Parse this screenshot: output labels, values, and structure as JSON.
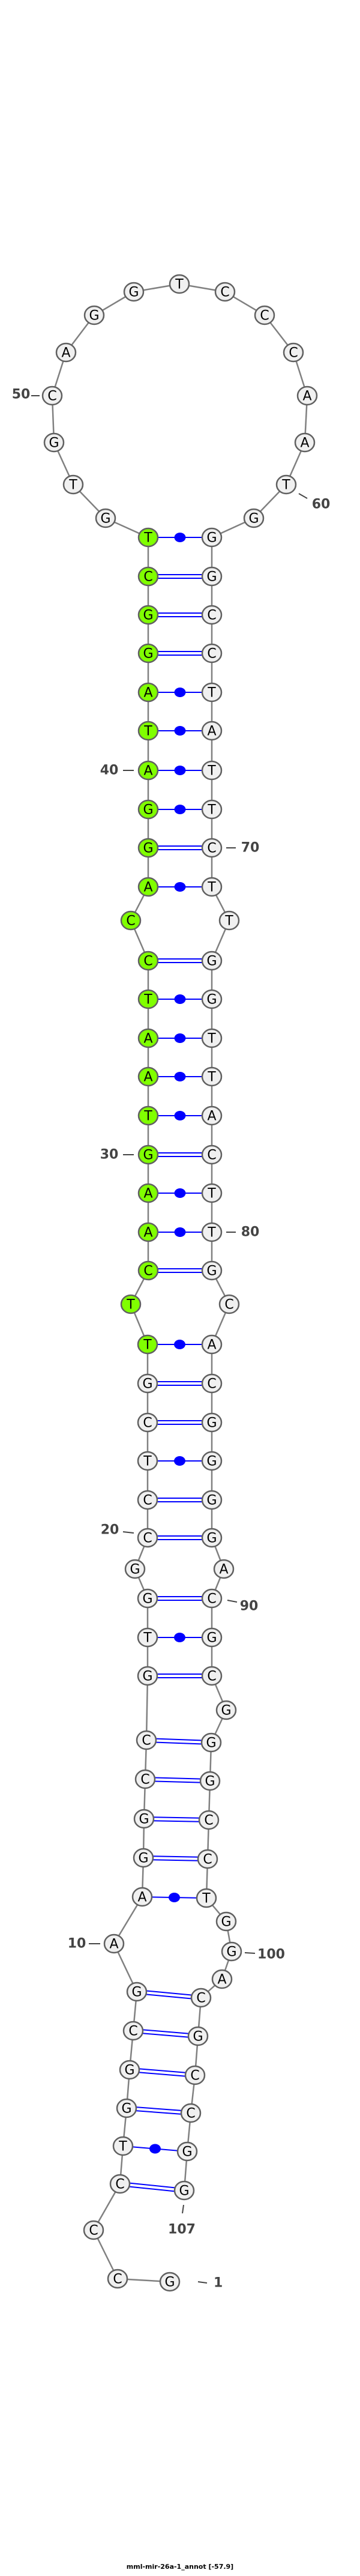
{
  "title": "mml-mir-26a-1_annot [-57.9]",
  "colors": {
    "highlight": "#80ff00",
    "node": "#f0f0f0",
    "node_stroke": "#606060",
    "backbone": "#808080",
    "pair": "#0000ff"
  },
  "sequence": [
    "G",
    "C",
    "C",
    "C",
    "T",
    "G",
    "G",
    "C",
    "G",
    "A",
    "A",
    "G",
    "G",
    "C",
    "C",
    "G",
    "T",
    "G",
    "G",
    "C",
    "C",
    "T",
    "C",
    "G",
    "T",
    "T",
    "C",
    "A",
    "A",
    "G",
    "T",
    "A",
    "A",
    "T",
    "C",
    "C",
    "A",
    "G",
    "G",
    "A",
    "T",
    "A",
    "G",
    "G",
    "C",
    "T",
    "G",
    "T",
    "G",
    "C",
    "A",
    "G",
    "G",
    "T",
    "C",
    "C",
    "C",
    "A",
    "A",
    "T",
    "G",
    "G",
    "G",
    "C",
    "C",
    "T",
    "A",
    "T",
    "T",
    "C",
    "T",
    "T",
    "G",
    "G",
    "T",
    "T",
    "A",
    "C",
    "T",
    "T",
    "G",
    "C",
    "A",
    "C",
    "G",
    "G",
    "G",
    "G",
    "A",
    "C",
    "G",
    "C",
    "G",
    "G",
    "G",
    "C",
    "C",
    "T",
    "G",
    "G",
    "A",
    "C",
    "G",
    "C",
    "C",
    "G",
    "G"
  ],
  "highlighted_range": [
    25,
    46
  ],
  "pairs": [
    [
      4,
      107
    ],
    [
      5,
      106
    ],
    [
      6,
      105
    ],
    [
      7,
      104
    ],
    [
      8,
      103
    ],
    [
      9,
      102
    ],
    [
      11,
      98
    ],
    [
      12,
      97
    ],
    [
      13,
      96
    ],
    [
      14,
      95
    ],
    [
      15,
      94
    ],
    [
      16,
      92
    ],
    [
      17,
      91
    ],
    [
      18,
      90
    ],
    [
      20,
      88
    ],
    [
      21,
      87
    ],
    [
      22,
      86
    ],
    [
      23,
      85
    ],
    [
      24,
      84
    ],
    [
      25,
      83
    ],
    [
      27,
      81
    ],
    [
      28,
      80
    ],
    [
      29,
      79
    ],
    [
      30,
      78
    ],
    [
      31,
      77
    ],
    [
      32,
      76
    ],
    [
      33,
      75
    ],
    [
      34,
      74
    ],
    [
      35,
      73
    ],
    [
      37,
      71
    ],
    [
      38,
      70
    ],
    [
      39,
      69
    ],
    [
      40,
      68
    ],
    [
      41,
      67
    ],
    [
      42,
      66
    ],
    [
      43,
      65
    ],
    [
      44,
      64
    ],
    [
      45,
      63
    ],
    [
      46,
      62
    ]
  ],
  "position_labels": [
    "1",
    "10",
    "20",
    "30",
    "40",
    "50",
    "60",
    "70",
    "80",
    "90",
    "100",
    "107"
  ]
}
